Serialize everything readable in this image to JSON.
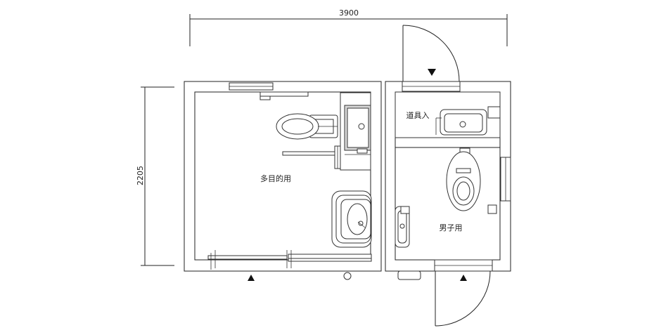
{
  "dimensions": {
    "width": "3900",
    "height": "2205"
  },
  "rooms": {
    "multipurpose": "多目的用",
    "mens": "男子用",
    "storage": "道具入"
  }
}
